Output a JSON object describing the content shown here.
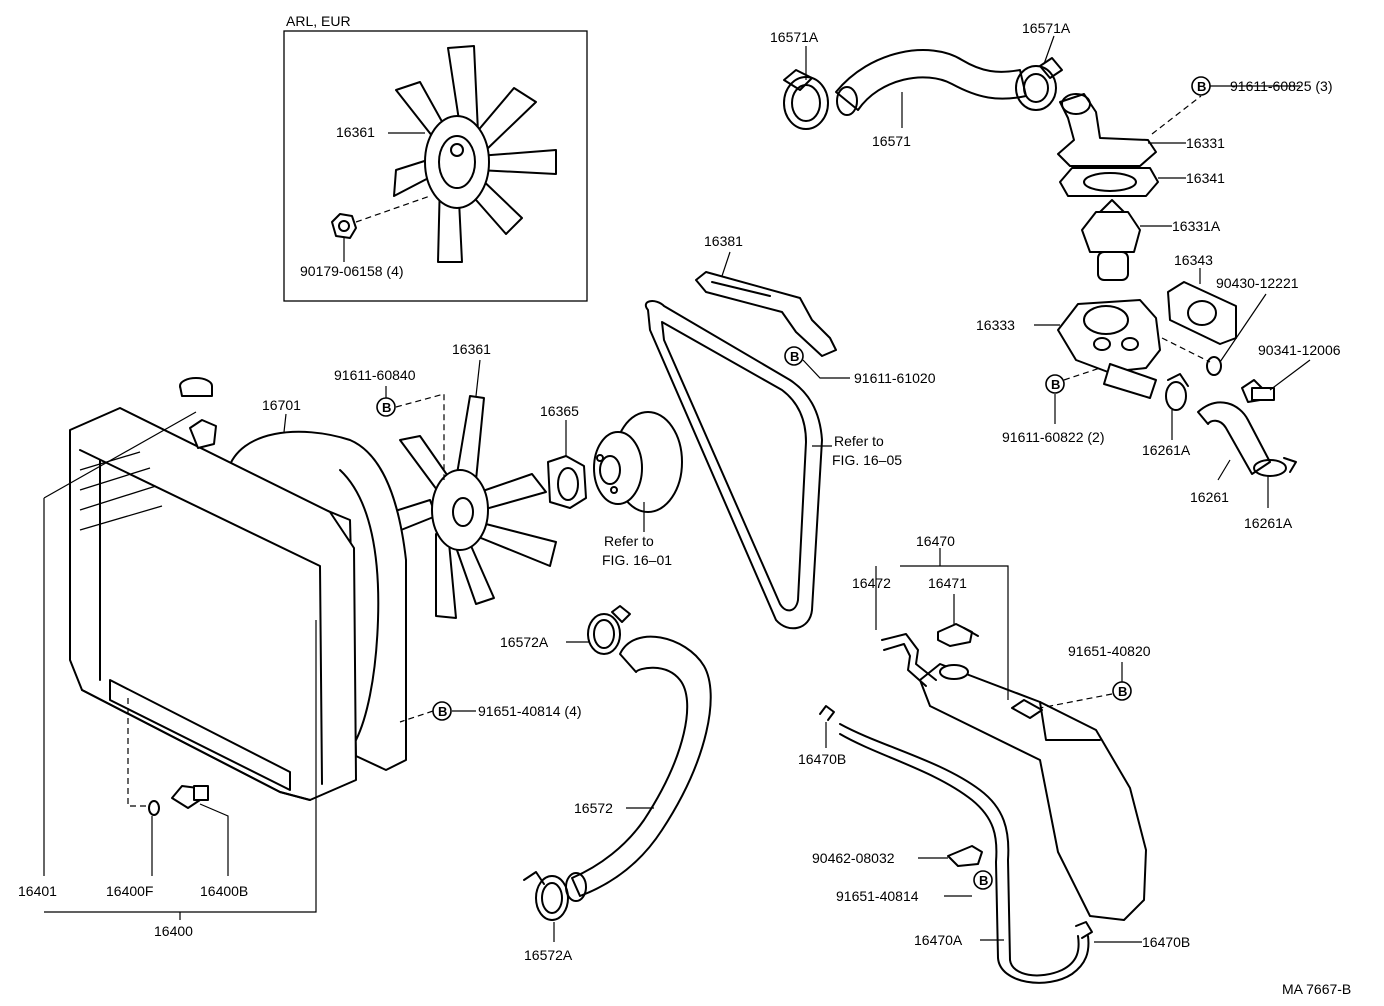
{
  "inset": {
    "label": "ARL, EUR"
  },
  "bolt_marker": "B",
  "labels": {
    "inset_16361": "16361",
    "inset_90179": "90179-06158 (4)",
    "p16571A_left": "16571A",
    "p16571A_right": "16571A",
    "p16571": "16571",
    "p91611_60825": "91611-60825 (3)",
    "p16331": "16331",
    "p16341": "16341",
    "p16331A": "16331A",
    "p16343": "16343",
    "p90430": "90430-12221",
    "p16333": "16333",
    "p90341": "90341-12006",
    "p91611_60822": "91611-60822 (2)",
    "p16261A_top": "16261A",
    "p16261": "16261",
    "p16261A_bottom": "16261A",
    "p16381": "16381",
    "p91611_61020": "91611-61020",
    "refer_1605_a": "Refer to",
    "refer_1605_b": "FIG. 16–05",
    "p16361": "16361",
    "p91611_60840": "91611-60840",
    "p16365": "16365",
    "refer_1601_a": "Refer to",
    "refer_1601_b": "FIG. 16–01",
    "p16701": "16701",
    "p16470": "16470",
    "p16472": "16472",
    "p16471": "16471",
    "p91651_40820": "91651-40820",
    "p16572A_top": "16572A",
    "p91651_40814_4": "91651-40814 (4)",
    "p16470B_top": "16470B",
    "p16572": "16572",
    "p90462": "90462-08032",
    "p91651_40814": "91651-40814",
    "p16470A": "16470A",
    "p16470B_bottom": "16470B",
    "p16572A_bottom": "16572A",
    "p16401": "16401",
    "p16400F": "16400F",
    "p16400B": "16400B",
    "p16400": "16400",
    "code": "MA 7667-B"
  }
}
